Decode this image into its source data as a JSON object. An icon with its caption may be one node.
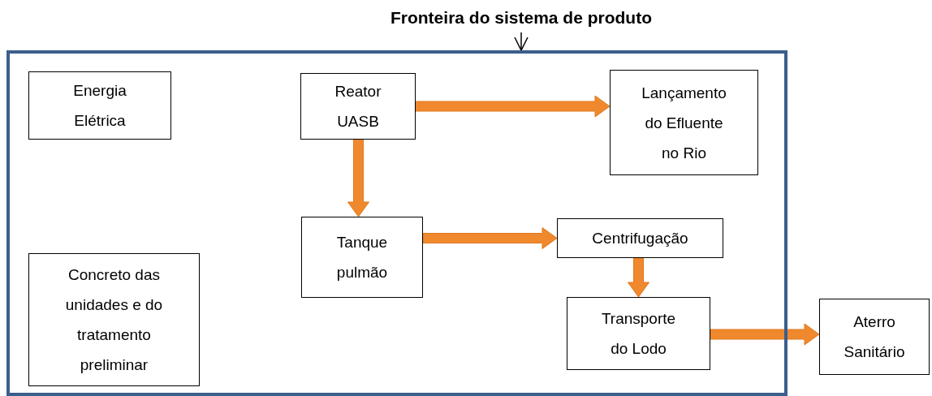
{
  "diagram": {
    "nodes": [
      {
        "text": [
          "Fronteira do sistema de produto"
        ]
      },
      {
        "text": [],
        "shape": "box"
      },
      {
        "text": [
          "Energia Elétrica"
        ],
        "in": 1
      },
      {
        "text": [
          "Reator UASB"
        ],
        "in": 1
      },
      {
        "text": [
          "Lançamento do Efluente no Rio"
        ],
        "in": 1
      },
      {
        "text": [
          "Tanque pulmão"
        ],
        "in": 1
      },
      {
        "text": [
          "Centrifugação"
        ],
        "in": 1
      },
      {
        "text": [
          "Concreto das unidades e do tratamento preliminar"
        ],
        "in": 1
      },
      {
        "text": [
          "Transporte do Lodo"
        ],
        "in": 1
      },
      {
        "text": [
          "Aterro Sanitário"
        ]
      }
    ],
    "edges": [
      {
        "from": 0,
        "to": 1,
        "arrow": "to",
        "color": "#000000"
      },
      {
        "from": 3,
        "to": 4,
        "arrow": "to",
        "style": "thick"
      },
      {
        "from": 3,
        "to": 5,
        "arrow": "to",
        "style": "thick"
      },
      {
        "from": 5,
        "to": 6,
        "arrow": "to",
        "style": "thick"
      },
      {
        "from": 6,
        "to": 8,
        "arrow": "to",
        "style": "thick"
      },
      {
        "from": 8,
        "to": 9,
        "arrow": "to",
        "style": "thick"
      }
    ]
  }
}
